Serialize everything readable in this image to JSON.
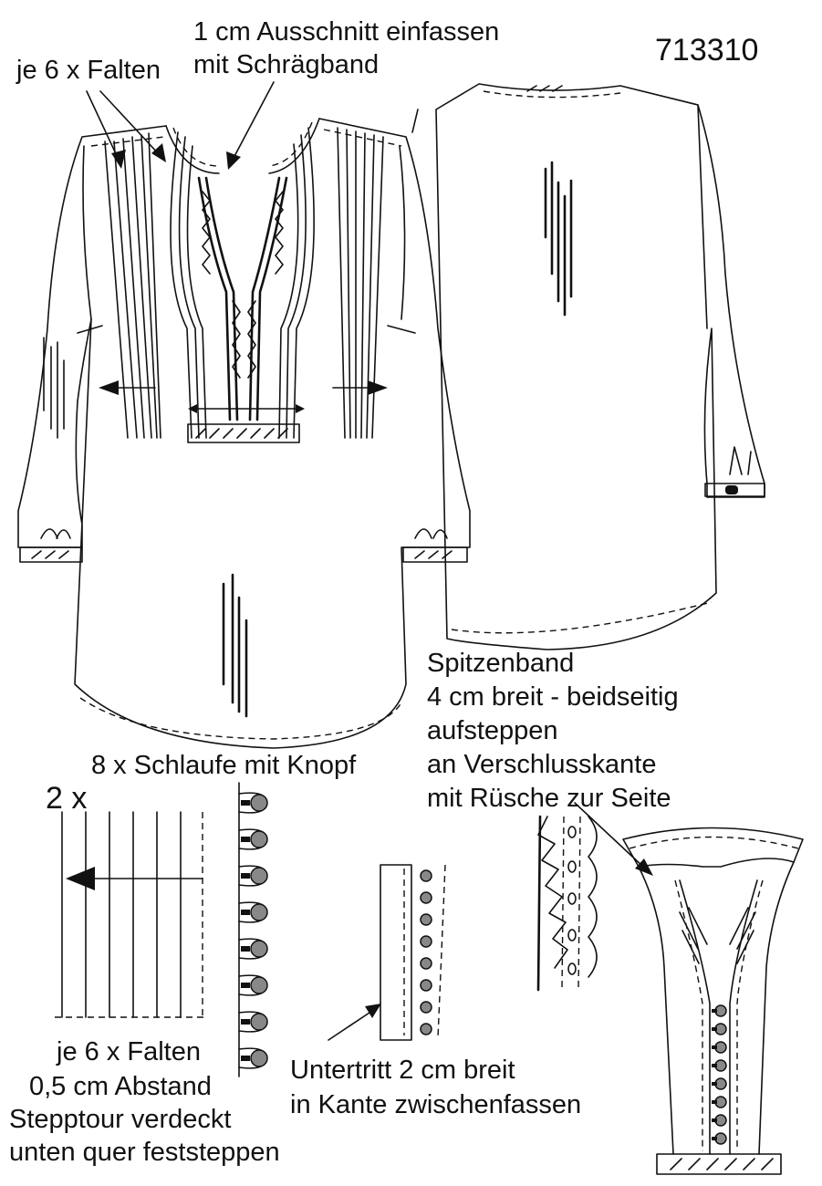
{
  "pattern_number": "713310",
  "labels": {
    "neckline_line1": "1 cm Ausschnitt einfassen",
    "neckline_line2": "mit Schrägband",
    "pleats_top": "je 6 x Falten",
    "loops": "8 x Schlaufe mit Knopf",
    "lace_1": "Spitzenband",
    "lace_2": "4 cm breit - beidseitig",
    "lace_3": "aufsteppen",
    "lace_4": "an Verschlusskante",
    "lace_5": "mit Rüsche zur Seite",
    "pleat_count": "2 x",
    "pleats_detail_1": "je 6 x Falten",
    "pleats_detail_2": "0,5 cm Abstand",
    "pleats_detail_3": "Stepptour verdeckt",
    "pleats_detail_4": "unten quer feststeppen",
    "underlap_1": "Untertritt 2 cm breit",
    "underlap_2": "in Kante zwischenfassen"
  },
  "colors": {
    "ink": "#111111",
    "button": "#888888",
    "paper": "#ffffff"
  }
}
